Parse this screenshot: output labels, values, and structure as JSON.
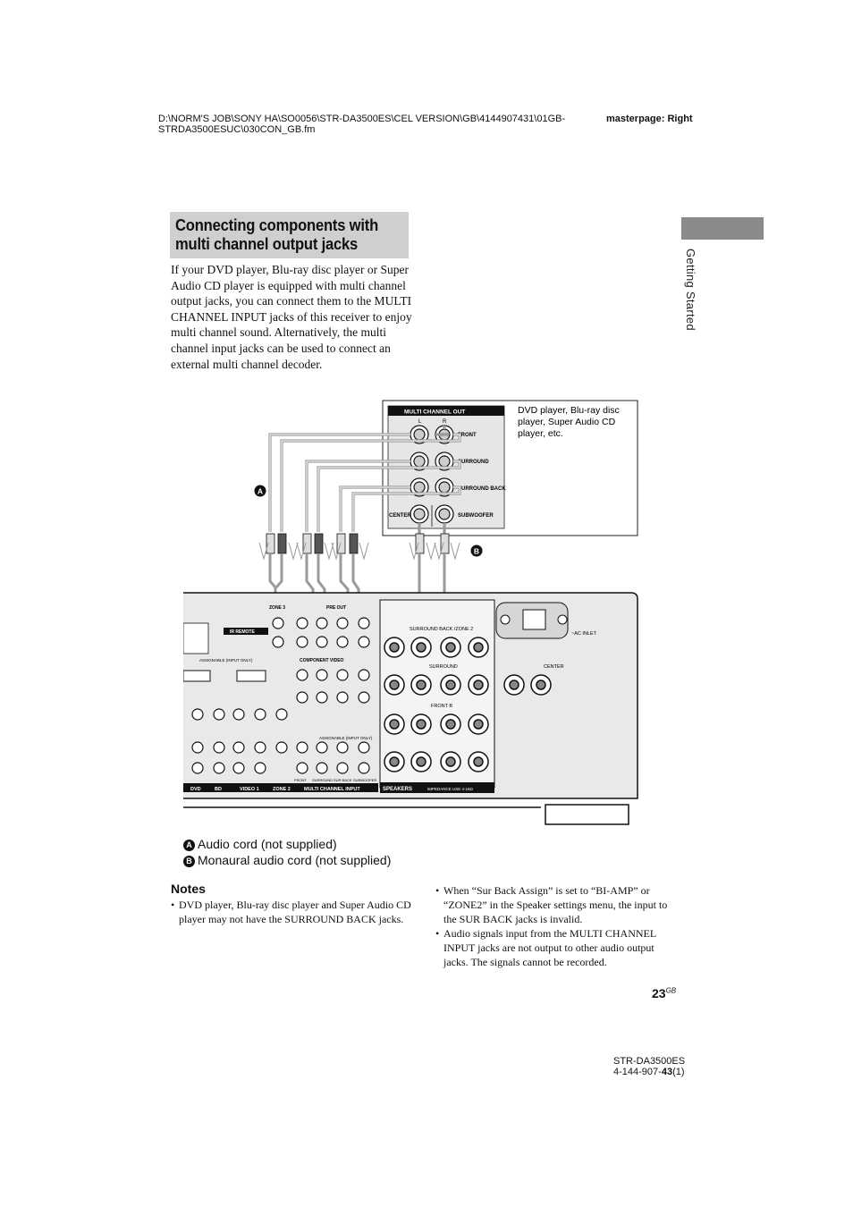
{
  "header": {
    "path_line1": "D:\\NORM'S JOB\\SONY HA\\SO0056\\STR-DA3500ES\\CEL VERSION\\GB\\4144907431\\01GB-",
    "path_line2": "STRDA3500ESUC\\030CON_GB.fm",
    "masterpage": "masterpage: Right"
  },
  "side_tab": {
    "label": "Getting Started"
  },
  "section": {
    "title_line1": "Connecting components with",
    "title_line2": "multi channel output jacks",
    "intro": "If your DVD player, Blu-ray disc player or Super Audio CD player is equipped with multi channel output jacks, you can connect them to the MULTI CHANNEL INPUT jacks of this receiver to enjoy multi channel sound. Alternatively, the multi channel input jacks can be used to connect an external multi channel decoder."
  },
  "diagram": {
    "source_device_line1": "DVD player, Blu-ray disc",
    "source_device_line2": "player, Super Audio CD",
    "source_device_line3": "player, etc.",
    "panel_title": "MULTI CHANNEL OUT",
    "jack_L": "L",
    "jack_R": "R",
    "jack_front": "FRONT",
    "jack_surround": "SURROUND",
    "jack_surround_back": "SURROUND BACK",
    "jack_center": "CENTER",
    "jack_subwoofer": "SUBWOOFER",
    "marker_a": "A",
    "marker_b": "B",
    "rx_zone3": "ZONE 3",
    "rx_pre_out": "PRE OUT",
    "rx_ir_remote": "IR REMOTE",
    "rx_component_video": "COMPONENT VIDEO",
    "rx_surround_back_zone2": "SURROUND BACK /ZONE 2",
    "rx_surround": "SURROUND",
    "rx_front_b": "FRONT B",
    "rx_center": "CENTER",
    "rx_ac_inlet": "~AC INLET",
    "rx_assignable": "ASSIGNABLE (INPUT ONLY)",
    "rx_dvd": "DVD",
    "rx_bd": "BD",
    "rx_video1": "VIDEO 1",
    "rx_zone2": "ZONE 2",
    "rx_multi_channel_input": "MULTI CHANNEL INPUT",
    "rx_speakers": "SPEAKERS",
    "rx_impedance": "IMPEDANCE USE 4-16Ω",
    "rx_front": "FRONT",
    "rx_sur_back": "SUR BACK",
    "rx_subwoofer": "SUBWOOFER",
    "rx_surround_small": "SURROUND"
  },
  "captions": {
    "a_text": "Audio cord (not supplied)",
    "b_text": "Monaural audio cord (not supplied)"
  },
  "notes": {
    "title": "Notes",
    "items": [
      "DVD player, Blu-ray disc player and Super Audio CD player may not have the SURROUND BACK jacks.",
      "When “Sur Back Assign” is set to “BI-AMP” or “ZONE2” in the Speaker settings menu, the input to the SUR BACK jacks is invalid.",
      "Audio signals input from the MULTI CHANNEL INPUT jacks are not output to other audio output jacks. The signals cannot be recorded."
    ]
  },
  "footer": {
    "page_number": "23",
    "page_suffix": "GB",
    "model": "STR-DA3500ES",
    "code_prefix": "4-144-907-",
    "code_bold": "43",
    "code_suffix": "(1)"
  }
}
